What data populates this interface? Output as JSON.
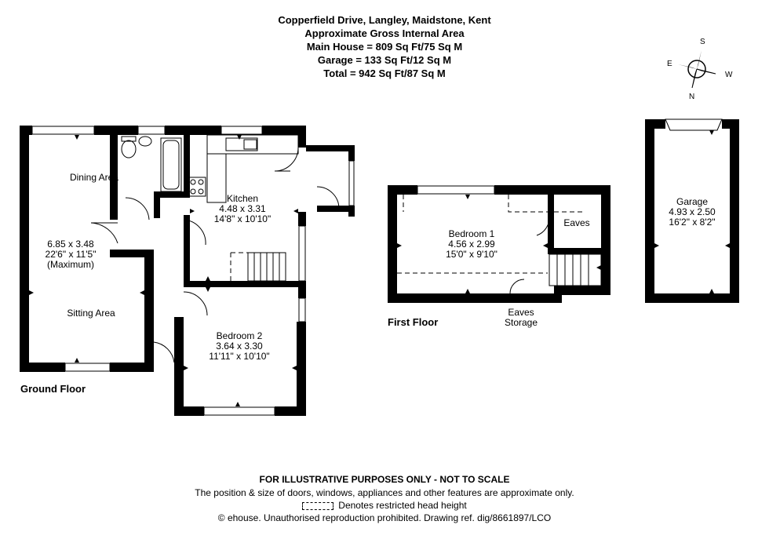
{
  "header": {
    "address": "Copperfield Drive, Langley, Maidstone, Kent",
    "area_title": "Approximate Gross Internal Area",
    "main_house": "Main House = 809 Sq Ft/75 Sq M",
    "garage": "Garage = 133 Sq Ft/12 Sq M",
    "total": "Total = 942 Sq Ft/87 Sq M"
  },
  "compass": {
    "s": "S",
    "e": "E",
    "w": "W",
    "n": "N"
  },
  "ground_floor": {
    "label": "Ground Floor",
    "dining_area": "Dining Area",
    "living_dims_m": "6.85 x 3.48",
    "living_dims_ft": "22'6\" x 11'5\"",
    "living_note": "(Maximum)",
    "sitting_area": "Sitting Area",
    "kitchen": {
      "name": "Kitchen",
      "dims_m": "4.48 x 3.31",
      "dims_ft": "14'8\" x 10'10\""
    },
    "bedroom2": {
      "name": "Bedroom 2",
      "dims_m": "3.64 x 3.30",
      "dims_ft": "11'11\" x 10'10\""
    }
  },
  "first_floor": {
    "label": "First Floor",
    "bedroom1": {
      "name": "Bedroom 1",
      "dims_m": "4.56 x 2.99",
      "dims_ft": "15'0\" x 9'10\""
    },
    "eaves": "Eaves",
    "eaves_storage_1": "Eaves",
    "eaves_storage_2": "Storage"
  },
  "garage": {
    "name": "Garage",
    "dims_m": "4.93 x 2.50",
    "dims_ft": "16'2\" x 8'2\""
  },
  "footer": {
    "disclaimer": "FOR ILLUSTRATIVE PURPOSES ONLY - NOT TO SCALE",
    "note": "The position & size of doors, windows, appliances and other features are approximate only.",
    "legend": "Denotes restricted head height",
    "copyright": "© ehouse. Unauthorised reproduction prohibited. Drawing ref. dig/8661897/LCO"
  }
}
